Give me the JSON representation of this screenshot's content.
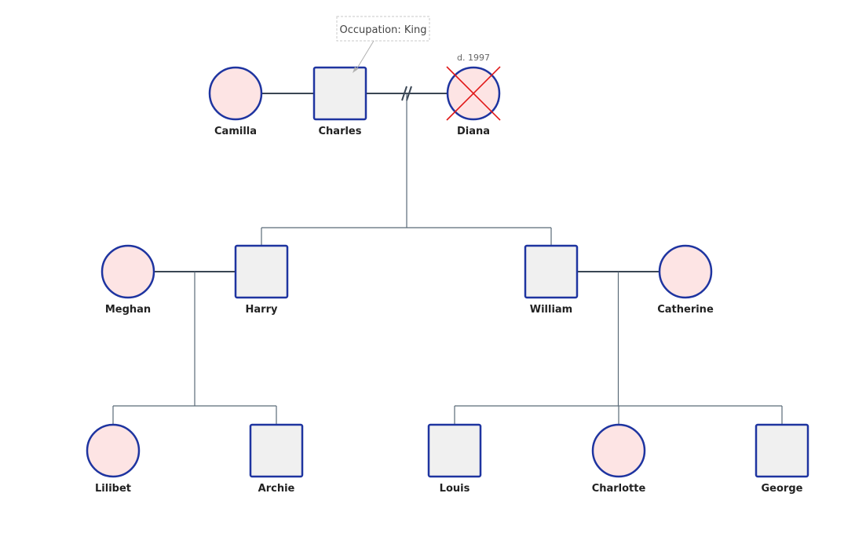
{
  "colors": {
    "female_fill": "#fde4e4",
    "male_fill": "#f0f0f0",
    "node_stroke": "#1e34a0",
    "couple_line": "#3a4654",
    "child_line": "#5a6a78",
    "deceased_cross": "#e01818",
    "note_border": "#c8c8c8"
  },
  "annotation": {
    "text": "Occupation: King"
  },
  "people": [
    {
      "id": "camilla",
      "name": "Camilla",
      "sex": "female"
    },
    {
      "id": "charles",
      "name": "Charles",
      "sex": "male"
    },
    {
      "id": "diana",
      "name": "Diana",
      "sex": "female",
      "deceased": true,
      "death_label": "d. 1997"
    },
    {
      "id": "meghan",
      "name": "Meghan",
      "sex": "female"
    },
    {
      "id": "harry",
      "name": "Harry",
      "sex": "male"
    },
    {
      "id": "william",
      "name": "William",
      "sex": "male"
    },
    {
      "id": "catherine",
      "name": "Catherine",
      "sex": "female"
    },
    {
      "id": "lilibet",
      "name": "Lilibet",
      "sex": "female"
    },
    {
      "id": "archie",
      "name": "Archie",
      "sex": "male"
    },
    {
      "id": "louis",
      "name": "Louis",
      "sex": "male"
    },
    {
      "id": "charlotte",
      "name": "Charlotte",
      "sex": "female"
    },
    {
      "id": "george",
      "name": "George",
      "sex": "male"
    }
  ],
  "unions": [
    {
      "partners": [
        "camilla",
        "charles"
      ],
      "status": "married",
      "children": []
    },
    {
      "partners": [
        "charles",
        "diana"
      ],
      "status": "divorced",
      "children": [
        "harry",
        "william"
      ]
    },
    {
      "partners": [
        "meghan",
        "harry"
      ],
      "status": "married",
      "children": [
        "lilibet",
        "archie"
      ]
    },
    {
      "partners": [
        "william",
        "catherine"
      ],
      "status": "married",
      "children": [
        "louis",
        "charlotte",
        "george"
      ]
    }
  ]
}
